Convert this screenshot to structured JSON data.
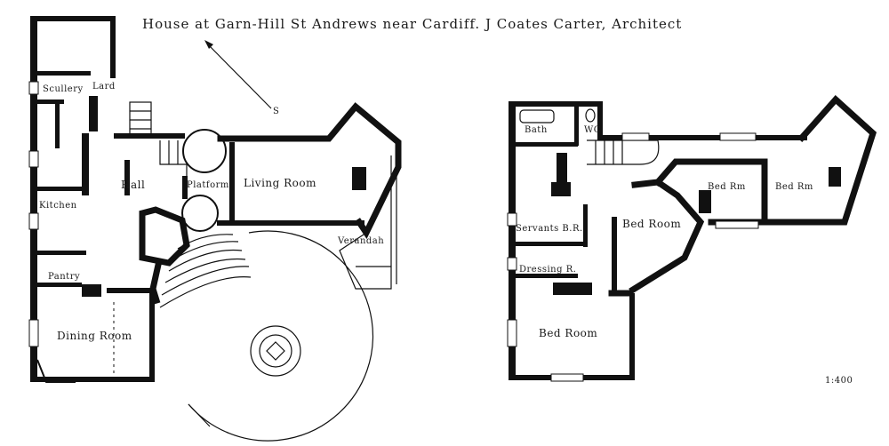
{
  "title": "House at Garn-Hill St Andrews near Cardiff. J Coates Carter, Architect",
  "compass_label": "S",
  "scale": "1:400",
  "ground_floor": {
    "rooms": {
      "scullery": "Scullery",
      "larder": "Lard",
      "kitchen": "Kitchen",
      "pantry": "Pantry",
      "dining_room": "Dining Room",
      "hall": "Hall",
      "platform": "Platform",
      "living_room": "Living Room",
      "verandah": "Verandah"
    }
  },
  "first_floor": {
    "rooms": {
      "bath": "Bath",
      "wc": "WC",
      "servants_br": "Servants B.R.",
      "dressing_r": "Dressing R.",
      "bed_room_main": "Bed Room",
      "bed_room_centre": "Bed Room",
      "bed_room_east": "Bed Rm",
      "bed_room_far_east": "Bed Rm"
    }
  }
}
